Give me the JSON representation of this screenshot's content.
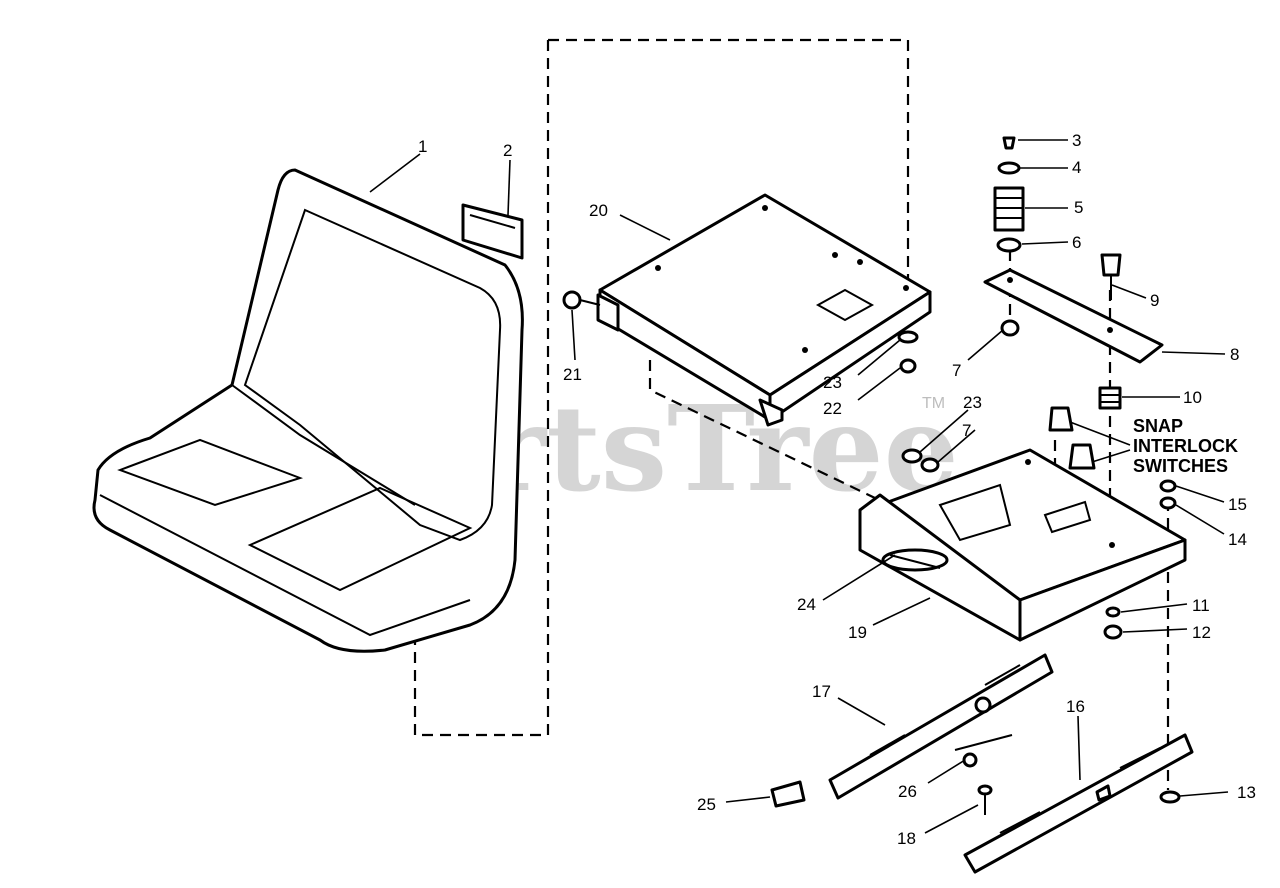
{
  "watermark": {
    "text": "PartsTree",
    "mark": "TM"
  },
  "callouts": {
    "c1": "1",
    "c2": "2",
    "c3": "3",
    "c4": "4",
    "c5": "5",
    "c6": "6",
    "c7a": "7",
    "c7b": "7",
    "c8": "8",
    "c9": "9",
    "c10": "10",
    "c11": "11",
    "c12": "12",
    "c13": "13",
    "c14": "14",
    "c15": "15",
    "c16": "16",
    "c17": "17",
    "c18": "18",
    "c19": "19",
    "c20": "20",
    "c21": "21",
    "c22": "22",
    "c23a": "23",
    "c23b": "23",
    "c24": "24",
    "c25": "25",
    "c26": "26"
  },
  "note": {
    "line1": "SNAP",
    "line2": "INTERLOCK",
    "line3": "SWITCHES"
  }
}
